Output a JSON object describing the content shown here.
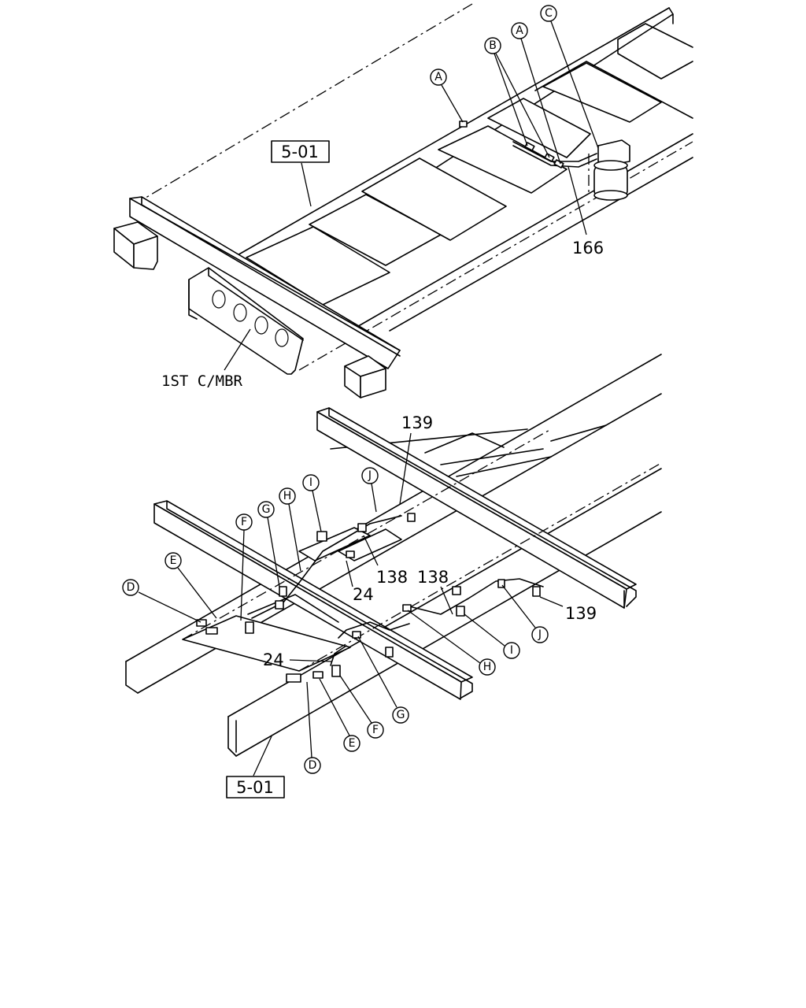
{
  "upper": {
    "ref_box": "5-01",
    "part_166": "166",
    "crossmember_label": "1ST C/MBR",
    "callouts": {
      "a1": "A",
      "b": "B",
      "a2": "A",
      "c": "C"
    }
  },
  "lower": {
    "ref_box": "5-01",
    "part_139_top": "139",
    "part_139_right": "139",
    "part_138_left": "138",
    "part_138_right": "138",
    "part_24_upper": "24",
    "part_24_lower": "24",
    "callouts": {
      "d_left": "D",
      "e_left": "E",
      "f_left": "F",
      "g_left": "G",
      "h_left": "H",
      "i_left": "I",
      "j_left": "J",
      "d_bottom": "D",
      "e_bottom": "E",
      "f_bottom": "F",
      "g_bottom": "G",
      "h_right": "H",
      "i_right": "I",
      "j_right": "J"
    }
  }
}
